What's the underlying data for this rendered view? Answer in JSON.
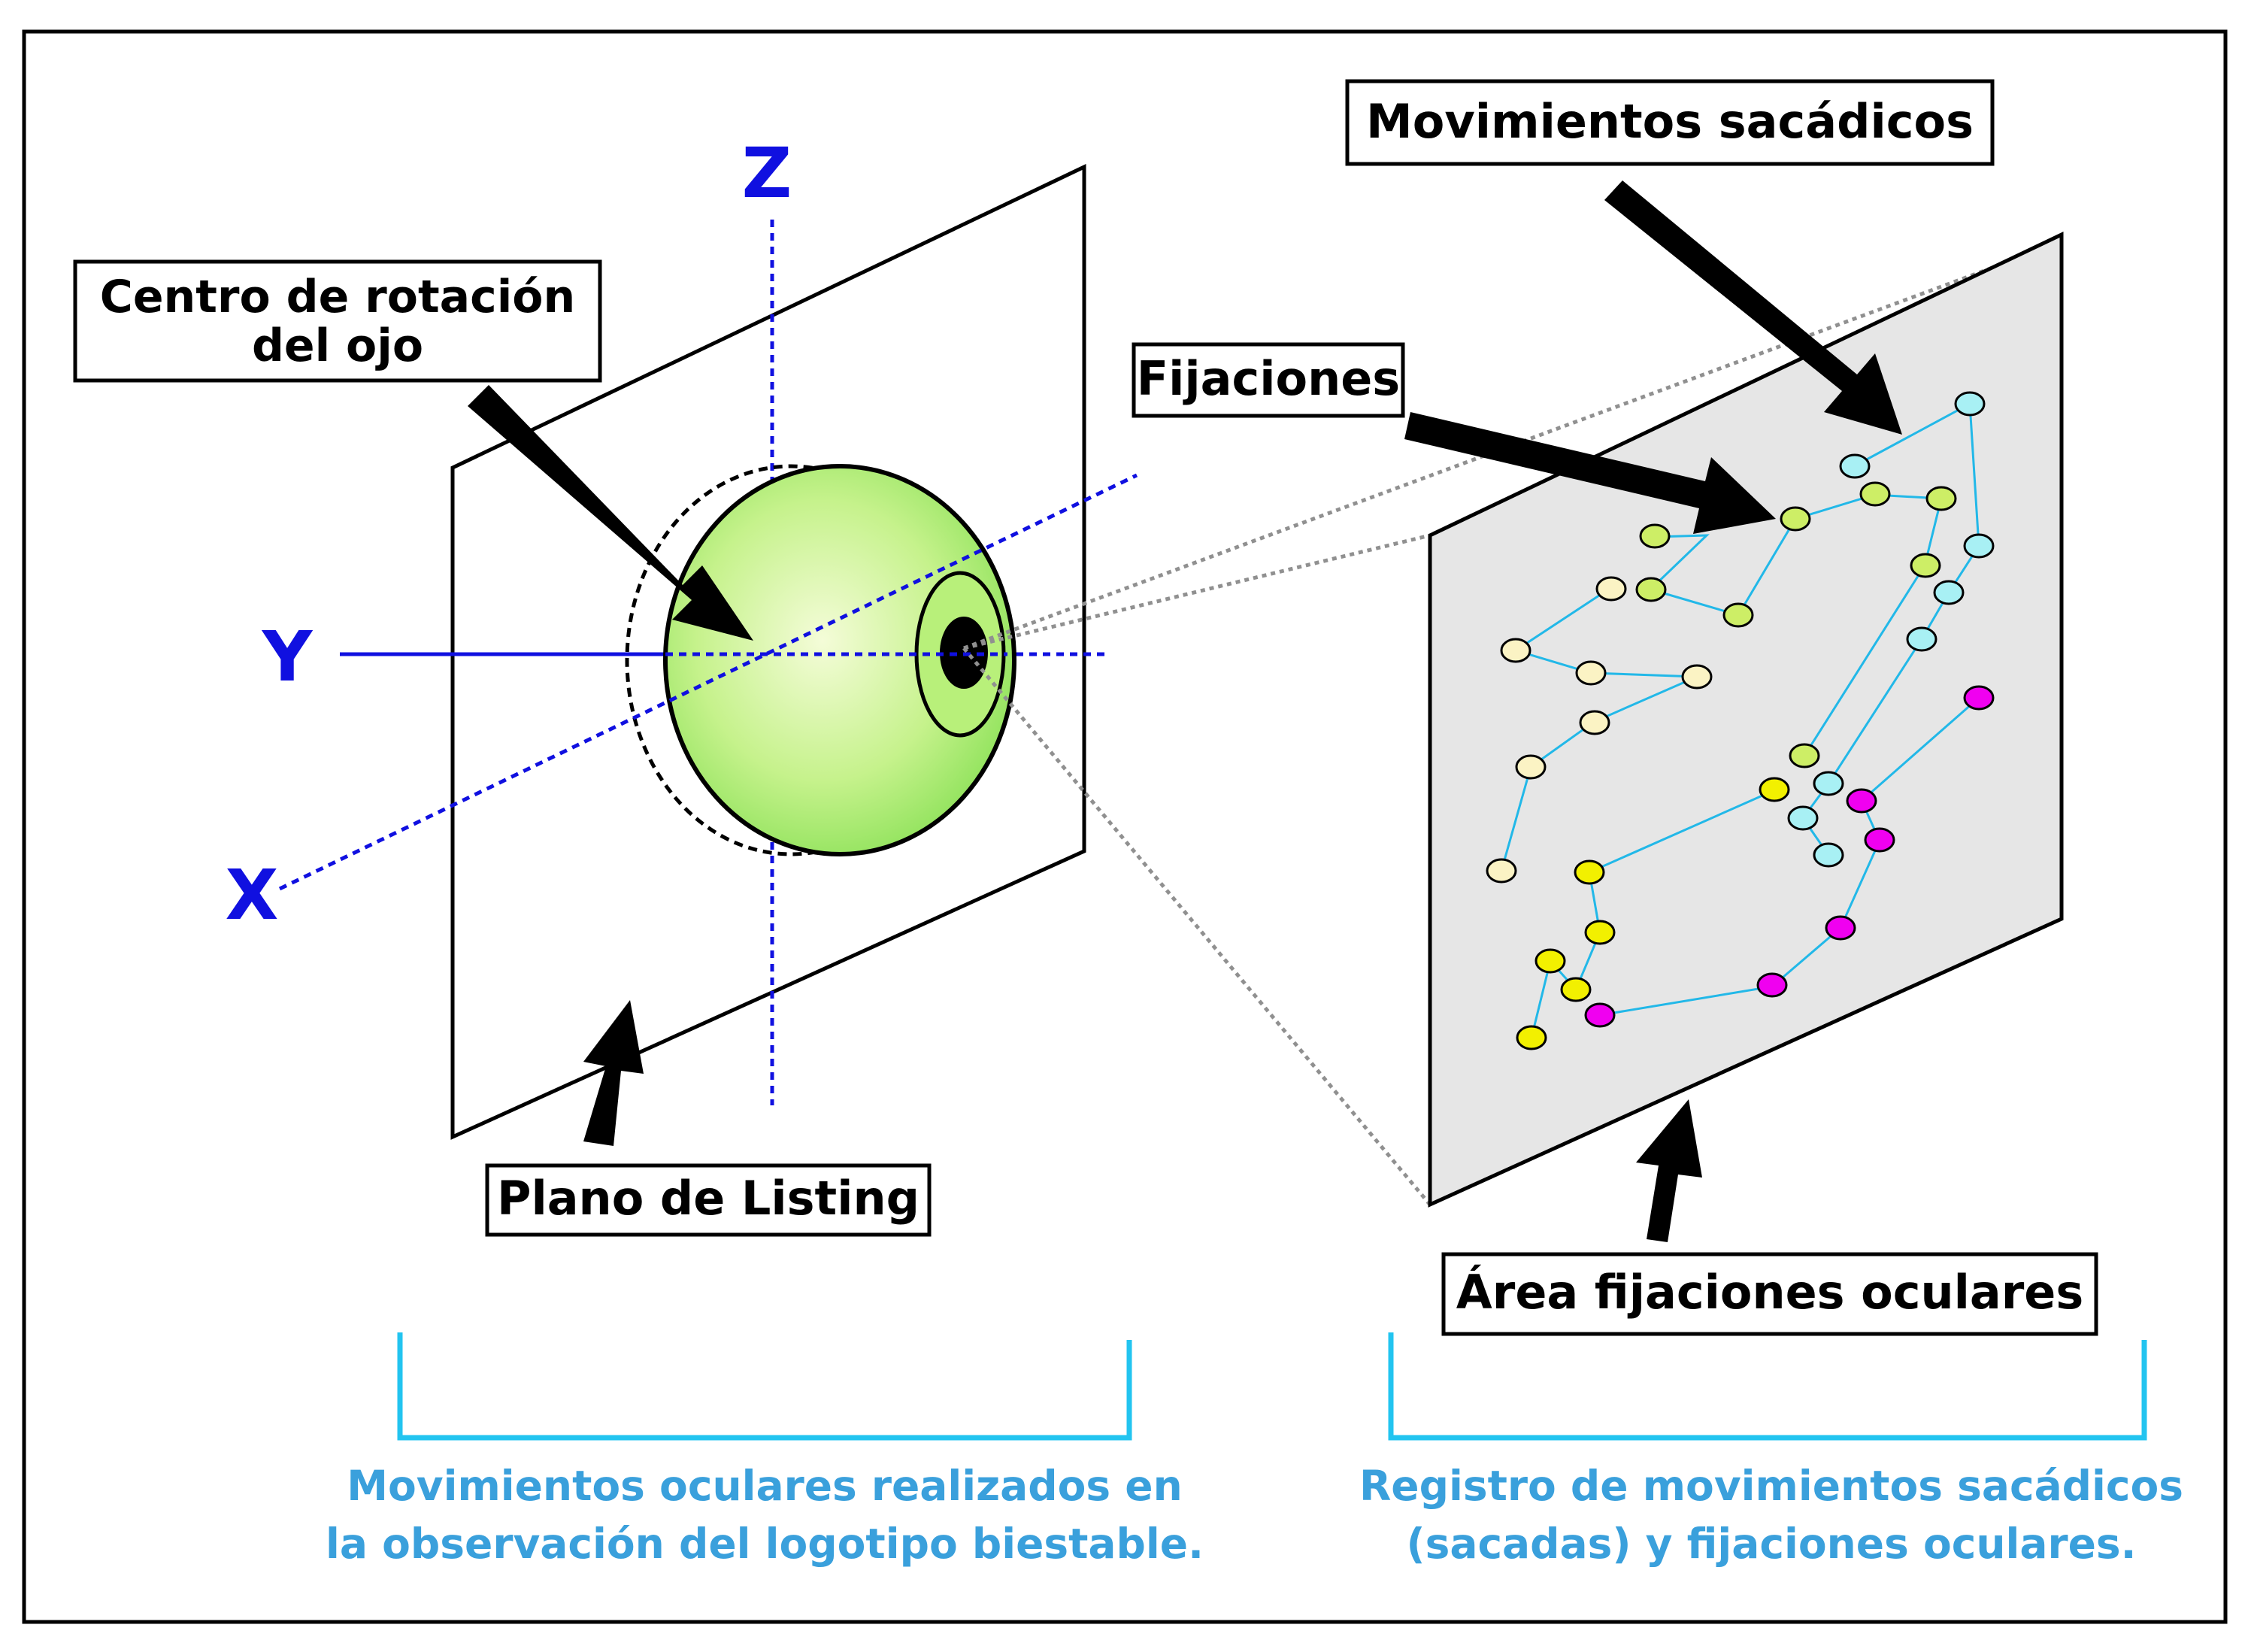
{
  "labels": {
    "saccades": "Movimientos sacádicos",
    "rotation_center_line1": "Centro de rotación",
    "rotation_center_line2": "del ojo",
    "fixations": "Fijaciones",
    "listing_plane": "Plano de Listing",
    "fixation_area": "Área fijaciones oculares"
  },
  "axes": {
    "x": "X",
    "y": "Y",
    "z": "Z"
  },
  "captions": {
    "left_line1": "Movimientos oculares realizados en",
    "left_line2": "la observación del logotipo biestable.",
    "right_line1": "Registro de movimientos sacádicos",
    "right_line2": "(sacadas) y fijaciones oculares."
  },
  "colors": {
    "axis": "#1010e0",
    "caption": "#3aa0dc",
    "bracket": "#22c4f0",
    "saccade_line": "#22b8e8",
    "eyeball": "#a8f06c",
    "panel": "#e6e6e6",
    "fix_cream": "#fbf3c4",
    "fix_green": "#cdee66",
    "fix_cyan": "#a8f0f4",
    "fix_yellow": "#f2f000",
    "fix_magenta": "#f000f0"
  }
}
